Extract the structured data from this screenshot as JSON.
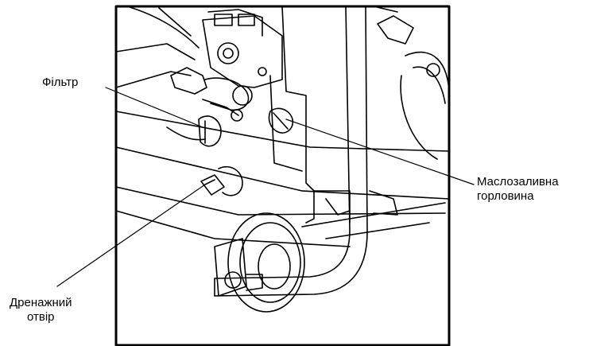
{
  "labels": {
    "filter": "Фільтр",
    "oil_filler_line1": "Маслозаливна",
    "oil_filler_line2": "горловина",
    "drain_line1": "Дренажний",
    "drain_line2": "отвір"
  },
  "colors": {
    "ink": "#000000",
    "paper": "#ffffff"
  }
}
